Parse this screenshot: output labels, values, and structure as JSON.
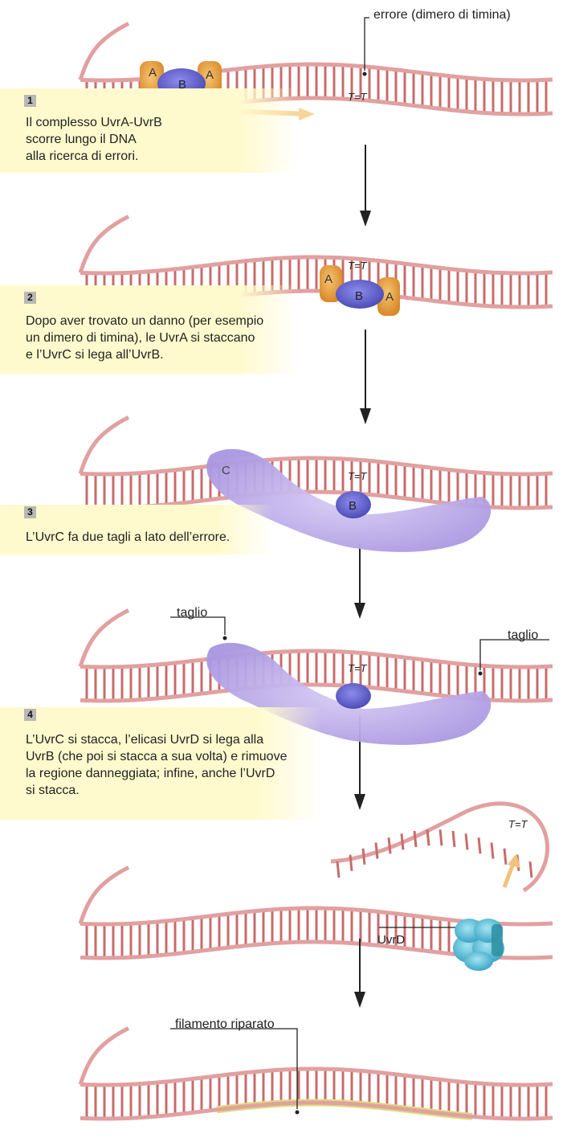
{
  "labels": {
    "errore": "errore (dimero di timina)",
    "dimer": "T=T",
    "uvrA": "A",
    "uvrB": "B",
    "uvrC": "C",
    "taglio": "taglio",
    "uvrD": "UvrD",
    "riparato": "filamento riparato"
  },
  "steps": [
    {
      "num": "1",
      "text": "Il complesso UvrA-UvrB\nscorre lungo il DNA\nalla ricerca di errori."
    },
    {
      "num": "2",
      "text": "Dopo aver trovato un danno (per esempio\nun dimero di timina), le UvrA si staccano\ne l’UvrC si lega all’UvrB."
    },
    {
      "num": "3",
      "text": "L’UvrC fa due tagli a lato dell’errore."
    },
    {
      "num": "4",
      "text": "L’UvrC si stacca, l’elicasi UvrD si lega alla\nUvrB (che poi si stacca a sua volta) e rimuove\nla regione danneggiata; infine, anche l’UvrD\nsi stacca."
    }
  ],
  "colors": {
    "dna_backbone": "#e2a0a0",
    "dna_rung": "#c86b6b",
    "uvrA": "#e8a33c",
    "uvrB": "#6a6ad0",
    "uvrC": "#b8a6e8",
    "uvrD": "#6bc6e0",
    "repaired": "#d8e07a",
    "box": "#fffacd"
  }
}
